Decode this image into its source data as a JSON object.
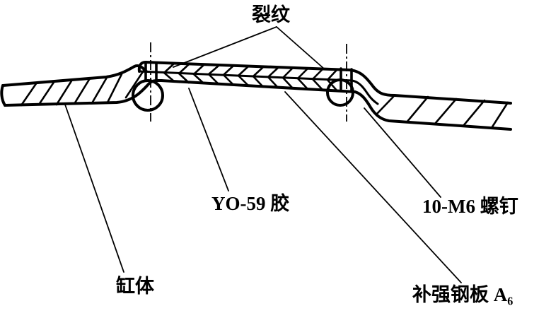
{
  "figure": {
    "kind": "technical-section-diagram",
    "labels": {
      "crack": "裂纹",
      "adhesive": "YO-59 胶",
      "screws": "10-M6 螺钉",
      "cylinder_body": "缸体",
      "reinforcing_plate": "补强钢板 A₆"
    },
    "colors": {
      "ink": "#000000",
      "background": "#ffffff"
    }
  }
}
